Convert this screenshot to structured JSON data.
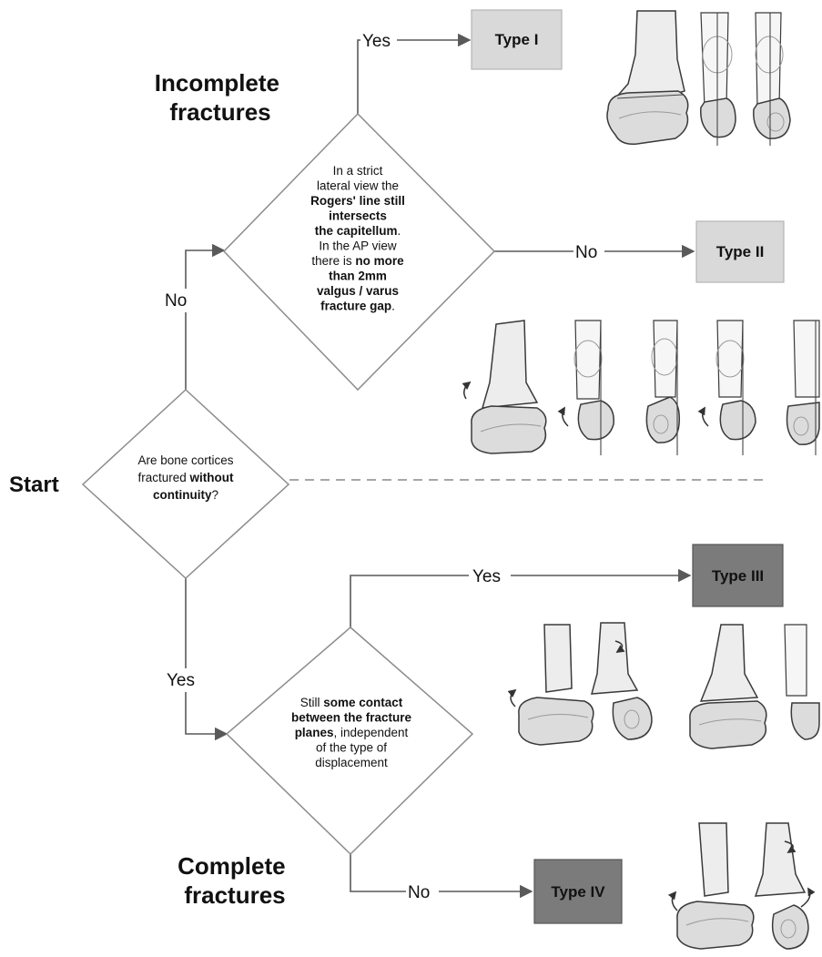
{
  "start_label": "Start",
  "headings": {
    "incomplete": [
      "Incomplete",
      "fractures"
    ],
    "complete": [
      "Complete",
      "fractures"
    ]
  },
  "edge_labels": {
    "yes": "Yes",
    "no": "No"
  },
  "decisions": {
    "q1": {
      "lines": [
        [
          {
            "t": "Are bone cortices",
            "b": false
          }
        ],
        [
          {
            "t": "fractured ",
            "b": false
          },
          {
            "t": "without",
            "b": true
          }
        ],
        [
          {
            "t": "continuity",
            "b": true
          },
          {
            "t": "?",
            "b": false
          }
        ]
      ]
    },
    "q2": {
      "lines": [
        [
          {
            "t": "In a strict",
            "b": false
          }
        ],
        [
          {
            "t": "lateral view the",
            "b": false
          }
        ],
        [
          {
            "t": "Rogers' line still",
            "b": true
          }
        ],
        [
          {
            "t": "intersects",
            "b": true
          }
        ],
        [
          {
            "t": "the capitellum",
            "b": true
          },
          {
            "t": ".",
            "b": false
          }
        ],
        [
          {
            "t": "In the AP view",
            "b": false
          }
        ],
        [
          {
            "t": "there is ",
            "b": false
          },
          {
            "t": "no more",
            "b": true
          }
        ],
        [
          {
            "t": "than 2mm",
            "b": true
          }
        ],
        [
          {
            "t": "valgus / varus",
            "b": true
          }
        ],
        [
          {
            "t": "fracture gap",
            "b": true
          },
          {
            "t": ".",
            "b": false
          }
        ]
      ]
    },
    "q3": {
      "lines": [
        [
          {
            "t": "Still ",
            "b": false
          },
          {
            "t": "some contact",
            "b": true
          }
        ],
        [
          {
            "t": "between the fracture",
            "b": true
          }
        ],
        [
          {
            "t": "planes",
            "b": true
          },
          {
            "t": ", independent",
            "b": false
          }
        ],
        [
          {
            "t": "of the type of",
            "b": false
          }
        ],
        [
          {
            "t": "displacement",
            "b": false
          }
        ]
      ]
    }
  },
  "outcomes": {
    "type1": {
      "label": "Type I",
      "fill": "#d9d9d9"
    },
    "type2": {
      "label": "Type II",
      "fill": "#d9d9d9"
    },
    "type3": {
      "label": "Type III",
      "fill": "#7b7b7b"
    },
    "type4": {
      "label": "Type IV",
      "fill": "#7b7b7b"
    }
  },
  "colors": {
    "line": "#595959",
    "diamond_stroke": "#8c8c8c",
    "dashed": "#888888",
    "light_box_stroke": "#b5b5b5",
    "dark_box_stroke": "#555555"
  }
}
